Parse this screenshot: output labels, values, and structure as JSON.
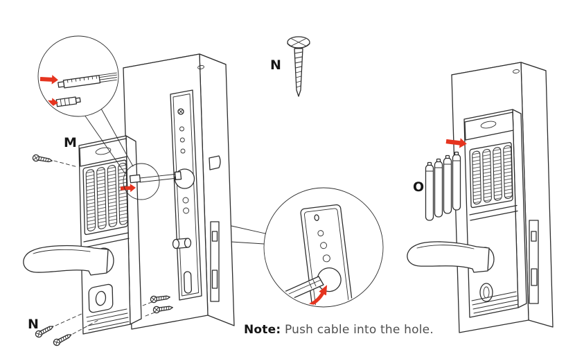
{
  "diagram": {
    "labels": {
      "connector_detail": "M",
      "screw_top": "N",
      "screw_bottom": "N",
      "batteries": "O"
    },
    "note": {
      "label": "Note:",
      "text": "Push cable into the hole."
    },
    "colors": {
      "line": "#2d2d2d",
      "arrow_red": "#e5341f",
      "note_text": "#4f4f4f"
    }
  }
}
